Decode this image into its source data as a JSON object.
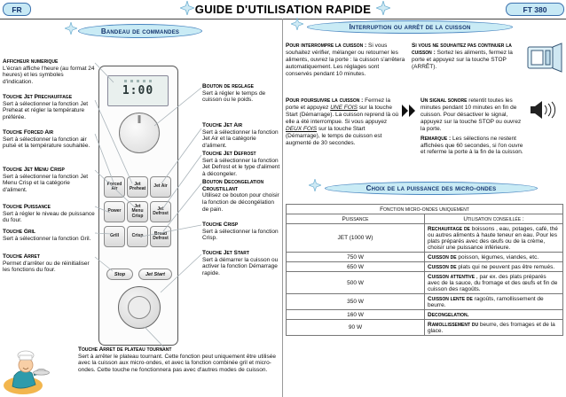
{
  "header": {
    "lang": "FR",
    "title": "GUIDE D'UTILISATION RAPIDE",
    "model": "FT 380"
  },
  "panel_section": {
    "title": "Bandeau de commandes",
    "panel": {
      "time": "1:00",
      "buttons": [
        "Forced Air",
        "Jet Preheat",
        "Jet Air",
        "Power",
        "Jet Menu Crisp",
        "Jet Defrost",
        "Grill",
        "Crisp",
        "Bread Defrost"
      ],
      "stop": "Stop",
      "start": "Jet Start"
    },
    "left_labels": [
      {
        "t": "Afficheur numerique",
        "b": "L'écran affiche l'heure (au format 24 heures) et les symboles d'indication."
      },
      {
        "t": "Touche Jet Prechauffage",
        "b": "Sert à sélectionner la fonction Jet Preheat et régler la température préférée."
      },
      {
        "t": "Touche Forced Air",
        "b": "Sert à sélectionner la fonction air pulsé et la température souhaitée."
      },
      {
        "t": "Touche Jet Menu Crisp",
        "b": "Sert à sélectionner la fonction Jet Menu Crisp et la catégorie d'aliment."
      },
      {
        "t": "Touche Puissance",
        "b": "Sert à régler le niveau de puissance du four."
      },
      {
        "t": "Touche Gril",
        "b": "Sert à sélectionner la fonction Gril."
      },
      {
        "t": "Touche Arret",
        "b": "Permet d'arrêter ou de réinitialiser les fonctions du four."
      }
    ],
    "right_labels": [
      {
        "t": "Bouton de reglage",
        "b": "Sert à régler le temps de cuisson ou le poids."
      },
      {
        "t": "Touche Jet Air",
        "b": "Sert à sélectionner la fonction Jet Air et la catégorie d'aliment."
      },
      {
        "t": "Touche Jet Defrost",
        "b": "Sert à sélectionner la fonction Jet Defrost et le type d'aliment à décongeler."
      },
      {
        "t": "Bouton Decongelation Croustillant",
        "b": "Utilisez ce bouton pour choisir la fonction de décongélation de pain."
      },
      {
        "t": "Touche Crisp",
        "b": "Sert à sélectionner la fonction Crisp."
      },
      {
        "t": "Touche Jet Start",
        "b": "Sert à démarrer la cuisson ou activer la fonction Démarrage rapide."
      }
    ],
    "turntable": {
      "t": "Touche Arret de plateau tournant",
      "b": "Sert à arrêter le plateau tournant. Cette fonction peut uniquement être utilisée avec la cuisson aux micro-ondes, et avec la fonction combinée gril et micro-ondes. Cette touche ne fonctionnera pas avec d'autres modes de cuisson."
    }
  },
  "interruption": {
    "title": "Interruption ou arrêt de la cuisson",
    "b1": {
      "lead": "Pour interrompre la cuisson :",
      "body": "Si vous souhaitez vérifier, mélanger ou retourner les aliments, ouvrez la porte : la cuisson s'arrêtera automatiquement. Les réglages sont conservés pendant 10 minutes."
    },
    "b2": {
      "lead": "Si vous ne souhaitez pas continuer la cuisson :",
      "body": "Sortez les aliments, fermez la porte et appuyez sur la touche STOP (ARRÊT)."
    },
    "b3": {
      "lead": "Pour poursuivre la cuisson :",
      "p1": "Fermez la porte et appuyez ",
      "em1": "UNE FOIS",
      "p2": " sur la touche Start (Démarrage). La cuisson reprend là où elle a été interrompue. Si vous appuyez ",
      "em2": "DEUX FOIS",
      "p3": " sur la touche Start (Démarrage), le temps de cuisson est augmenté de 30 secondes."
    },
    "b4": {
      "lead": "Un signal sonore",
      "body": " retentit toutes les minutes pendant 10 minutes en fin de cuisson. Pour désactiver le signal, appuyez sur la touche STOP ou ouvrez la porte.",
      "note_lead": "Remarque :",
      "note": " Les sélections ne restent affichées que 60 secondes, si l'on ouvre et referme la porte à la fin de la cuisson."
    }
  },
  "power": {
    "title": "Choix de la puissance des micro-ondes",
    "table": {
      "caption": "Fonction micro-ondes uniquement",
      "col_power": "Puissance",
      "col_usage": "Utilisation conseillée :",
      "rows": [
        {
          "p": "JET (1000 W)",
          "lead": "Rechauffage de",
          "desc": " boissons , eau, potages, café, thé ou autres aliments à haute teneur en eau. Pour les plats préparés avec des œufs ou de la crème, choisir une puissance inférieure."
        },
        {
          "p": "750 W",
          "lead": "Cuisson de",
          "desc": " poisson, légumes, viandes, etc."
        },
        {
          "p": "650 W",
          "lead": "Cuisson de",
          "desc": " plats qui ne peuvent pas être remués."
        },
        {
          "p": "500 W",
          "lead": "Cuisson attentive",
          "desc": " , par ex. des plats préparés avec de la sauce, du fromage et des œufs et fin de cuisson des ragoûts."
        },
        {
          "p": "350 W",
          "lead": "Cuisson lente de",
          "desc": " ragoûts, ramollissement de beurre."
        },
        {
          "p": "160 W",
          "lead": "Decongelation.",
          "desc": ""
        },
        {
          "p": "90 W",
          "lead": "Ramollissement du",
          "desc": " beurre, des fromages et de la glace."
        }
      ]
    }
  }
}
